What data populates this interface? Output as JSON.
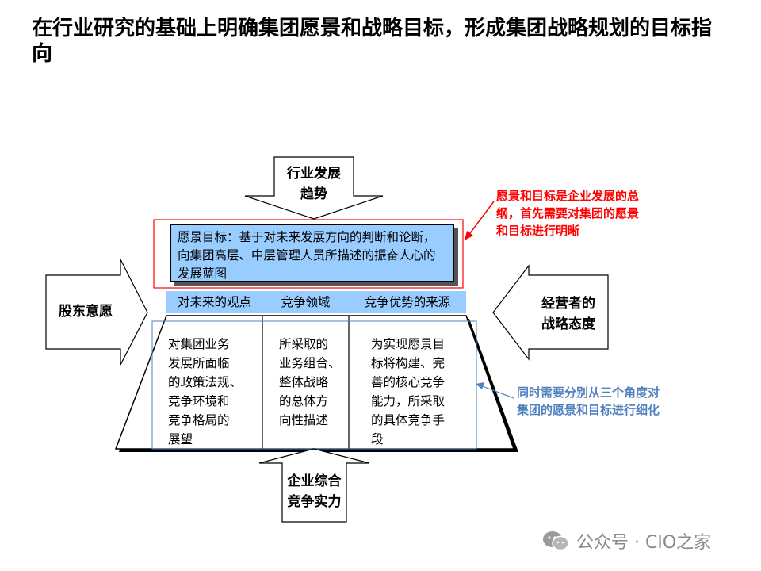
{
  "title": "在行业研究的基础上明确集团愿景和战略目标，形成集团战略规划的目标指向",
  "arrows": {
    "top": "行业发展\n趋势",
    "left": "股东意愿",
    "right": "经营者的\n战略态度",
    "bottom": "企业综合\n竞争实力"
  },
  "vision_box": "愿景目标：基于对未来发展方向的判断和论断，向集团高层、中层管理人员所描述的振奋人心的发展蓝图",
  "band": [
    "对未来的观点",
    "竞争领域",
    "竞争优势的来源"
  ],
  "columns": [
    "对集团业务\n发展所面临\n的政策法规、\n竞争环境和\n竞争格局的\n展望",
    "所采取的\n业务组合、\n整体战略\n的总体方\n向性描述",
    "为实现愿景目\n标将构建、完\n善的核心竞争\n能力，所采取\n的具体竞争手\n段"
  ],
  "notes": {
    "red": "愿景和目标是企业发展的总\n纲，首先需要对集团的愿景\n和目标进行明晰",
    "blue": "同时需要分别从三个角度对\n集团的愿景和目标进行细化"
  },
  "colors": {
    "red": "#ff0000",
    "blue": "#4f81bd",
    "box_fill": "#99ccff"
  },
  "watermark": "公众号 · CIO之家"
}
